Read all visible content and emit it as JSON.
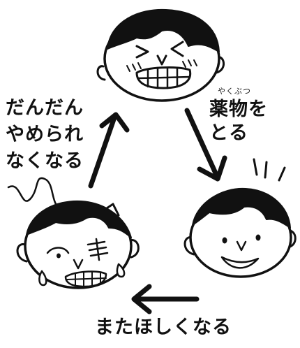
{
  "labels": {
    "left_line1": "だんだん",
    "left_line2": "やめられ",
    "left_line3": "なくなる",
    "right_ruby": "やくぶつ",
    "right_line1": "薬物を",
    "right_line2": "とる",
    "bottom": "またほしくなる"
  }
}
